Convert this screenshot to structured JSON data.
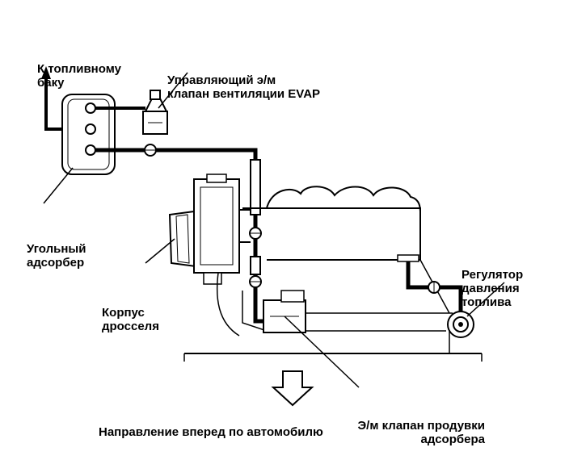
{
  "labels": {
    "fuel_tank": [
      "К топливному",
      "баку"
    ],
    "evap_valve": [
      "Управляющий э/м",
      "клапан вентиляции EVAP"
    ],
    "canister": [
      "Угольный",
      "адсорбер"
    ],
    "throttle_body": [
      "Корпус",
      "дросселя"
    ],
    "pressure_regulator": [
      "Регулятор",
      "давления",
      "топлива"
    ],
    "purge_valve": [
      "Э/м клапан продувки",
      "адсорбера"
    ],
    "direction": "Направление вперед по автомобилю"
  },
  "colors": {
    "line": "#000000",
    "background": "#ffffff"
  }
}
